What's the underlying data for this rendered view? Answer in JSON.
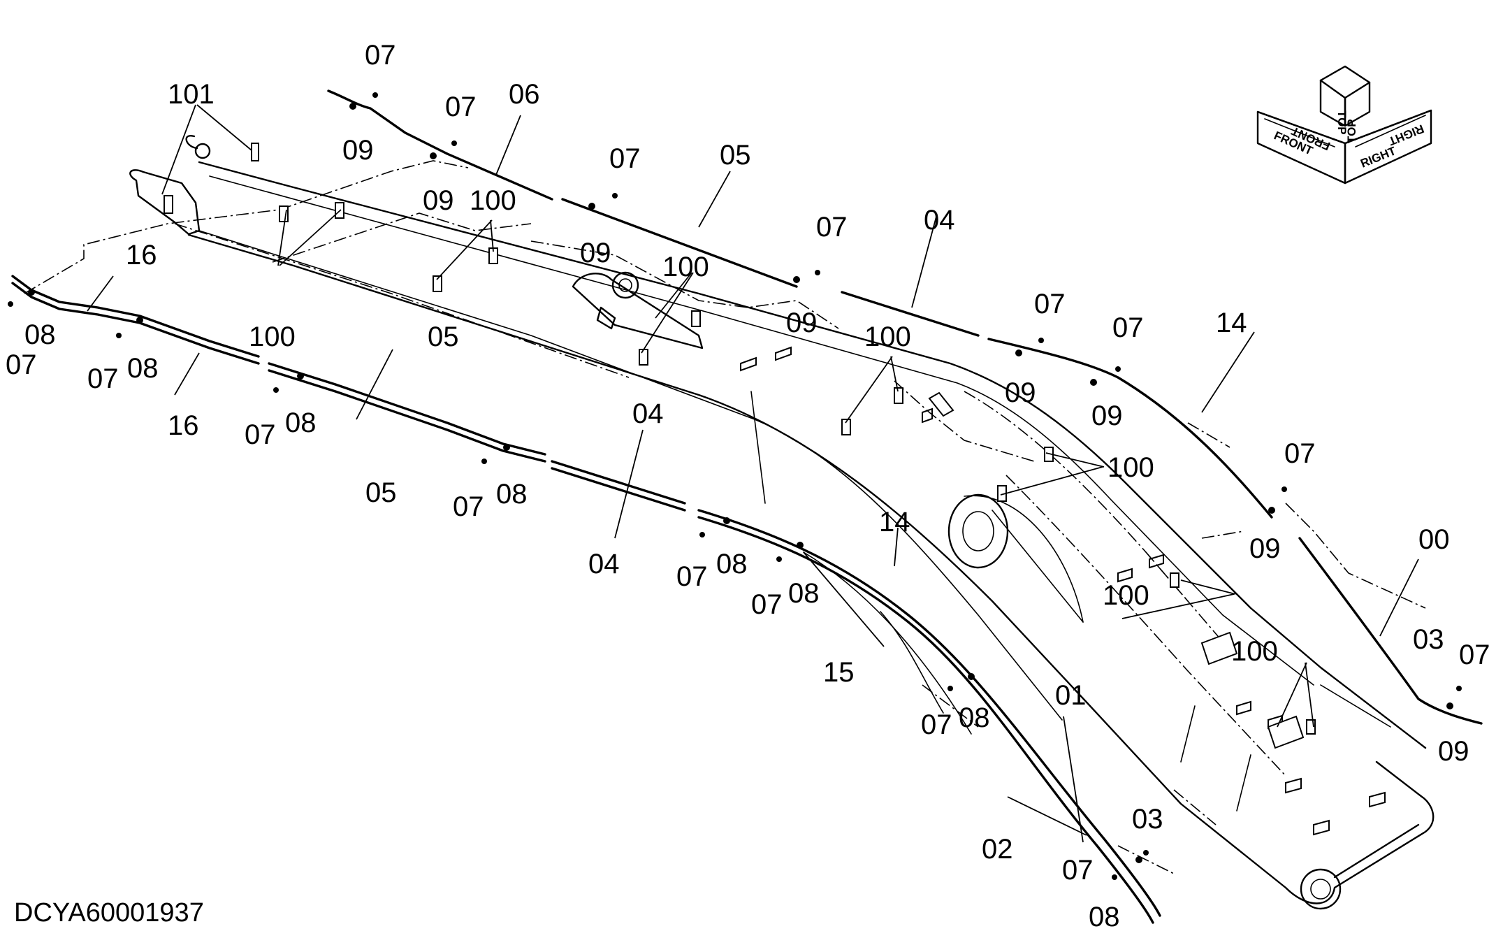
{
  "drawing": {
    "code": "DCYA60001937",
    "orientation": {
      "front": "FRONT",
      "top": "TOP",
      "right": "RIGHT"
    },
    "callouts": [
      {
        "id": "c1",
        "text": "101"
      },
      {
        "id": "c2",
        "text": "07"
      },
      {
        "id": "c3",
        "text": "09"
      },
      {
        "id": "c4",
        "text": "07"
      },
      {
        "id": "c5",
        "text": "06"
      },
      {
        "id": "c6",
        "text": "09"
      },
      {
        "id": "c7",
        "text": "100"
      },
      {
        "id": "c8",
        "text": "07"
      },
      {
        "id": "c9",
        "text": "05"
      },
      {
        "id": "c10",
        "text": "09"
      },
      {
        "id": "c11",
        "text": "07"
      },
      {
        "id": "c12",
        "text": "04"
      },
      {
        "id": "c13",
        "text": "09"
      },
      {
        "id": "c14",
        "text": "100"
      },
      {
        "id": "c15",
        "text": "16"
      },
      {
        "id": "c16",
        "text": "08"
      },
      {
        "id": "c17",
        "text": "07"
      },
      {
        "id": "c18",
        "text": "100"
      },
      {
        "id": "c19",
        "text": "07"
      },
      {
        "id": "c20",
        "text": "08"
      },
      {
        "id": "c21",
        "text": "16"
      },
      {
        "id": "c22",
        "text": "05"
      },
      {
        "id": "c23",
        "text": "07"
      },
      {
        "id": "c24",
        "text": "08"
      },
      {
        "id": "c25",
        "text": "05"
      },
      {
        "id": "c26",
        "text": "07"
      },
      {
        "id": "c27",
        "text": "08"
      },
      {
        "id": "c28",
        "text": "04"
      },
      {
        "id": "c29",
        "text": "04"
      },
      {
        "id": "c30",
        "text": "100"
      },
      {
        "id": "c31",
        "text": "07"
      },
      {
        "id": "c32",
        "text": "09"
      },
      {
        "id": "c33",
        "text": "07"
      },
      {
        "id": "c34",
        "text": "09"
      },
      {
        "id": "c35",
        "text": "14"
      },
      {
        "id": "c36",
        "text": "100"
      },
      {
        "id": "c37",
        "text": "07"
      },
      {
        "id": "c38",
        "text": "09"
      },
      {
        "id": "c39",
        "text": "00"
      },
      {
        "id": "c40",
        "text": "14"
      },
      {
        "id": "c41",
        "text": "07"
      },
      {
        "id": "c42",
        "text": "08"
      },
      {
        "id": "c43",
        "text": "07"
      },
      {
        "id": "c44",
        "text": "08"
      },
      {
        "id": "c45",
        "text": "15"
      },
      {
        "id": "c46",
        "text": "100"
      },
      {
        "id": "c47",
        "text": "100"
      },
      {
        "id": "c48",
        "text": "07"
      },
      {
        "id": "c49",
        "text": "08"
      },
      {
        "id": "c50",
        "text": "01"
      },
      {
        "id": "c51",
        "text": "03"
      },
      {
        "id": "c52",
        "text": "07"
      },
      {
        "id": "c53",
        "text": "09"
      },
      {
        "id": "c54",
        "text": "02"
      },
      {
        "id": "c55",
        "text": "03"
      },
      {
        "id": "c56",
        "text": "07"
      },
      {
        "id": "c57",
        "text": "08"
      }
    ]
  }
}
